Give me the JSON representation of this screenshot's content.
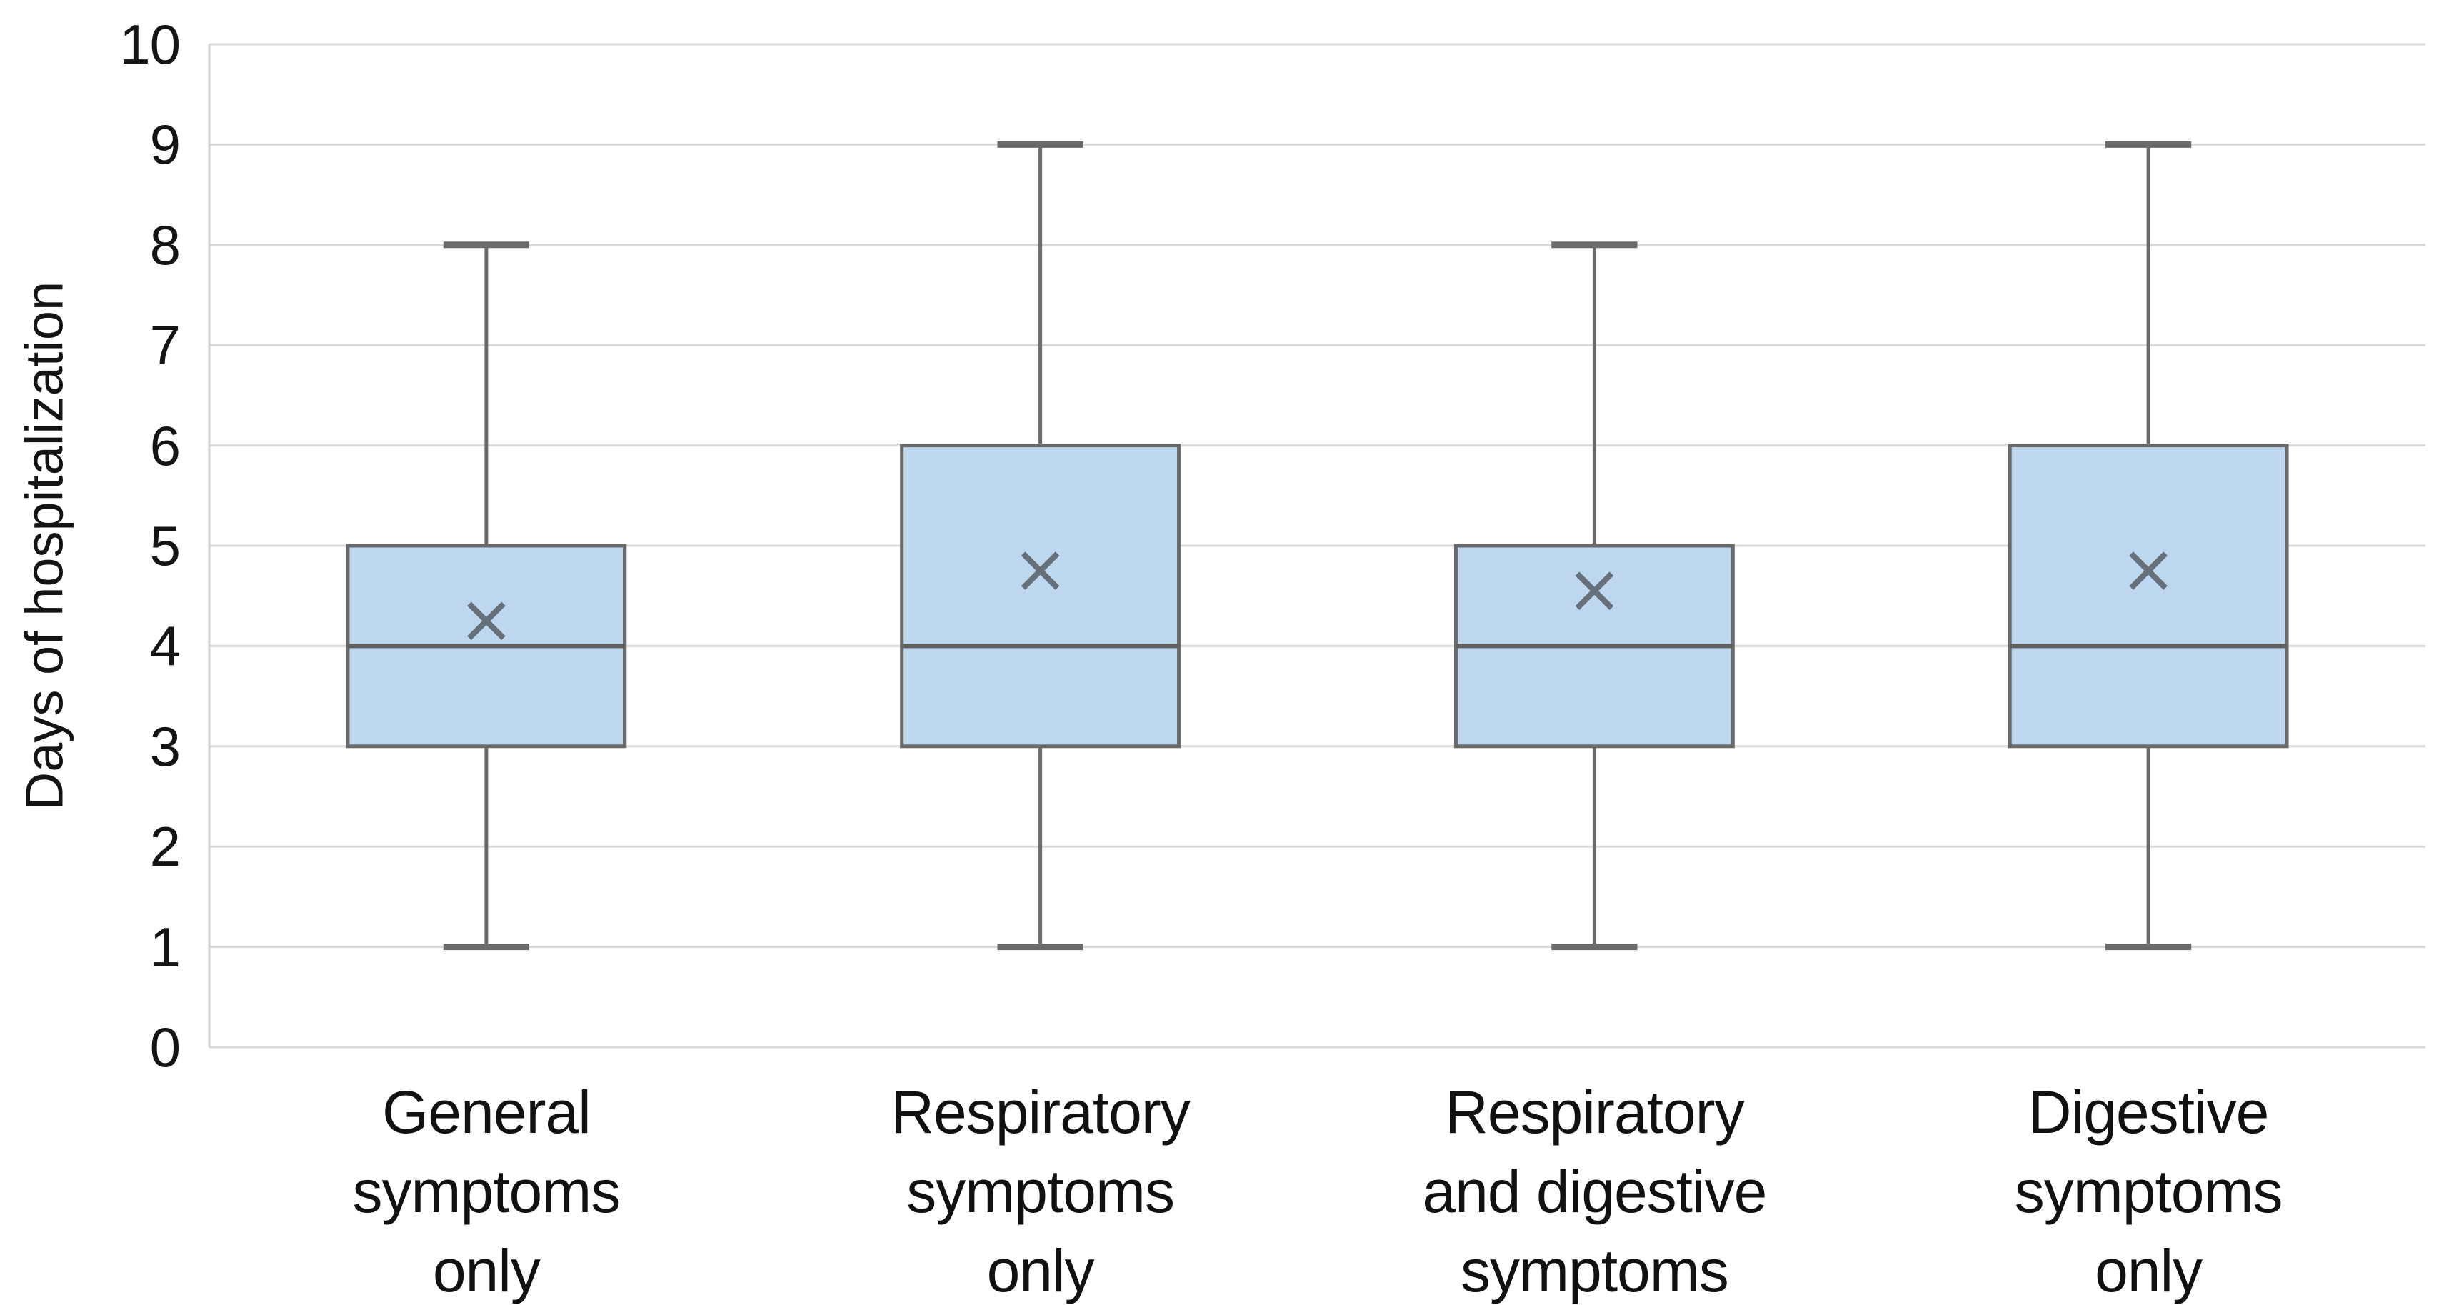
{
  "chart_data": {
    "type": "boxplot",
    "title": "",
    "xlabel": "",
    "ylabel": "Days of hospitalization",
    "ylim": [
      0,
      10
    ],
    "yticks": [
      0,
      1,
      2,
      3,
      4,
      5,
      6,
      7,
      8,
      9,
      10
    ],
    "grid": "horizontal gridlines at every integer, no vertical gridlines",
    "legend": "none",
    "categories": [
      "General\nsymptoms\nonly",
      "Respiratory\nsymptoms\nonly",
      "Respiratory\nand digestive\nsymptoms",
      "Digestive\nsymptoms\nonly"
    ],
    "series": [
      {
        "category": "General symptoms only",
        "whisker_min": 1,
        "q1": 3,
        "median": 4,
        "q3": 5,
        "whisker_max": 8,
        "mean": 4.25
      },
      {
        "category": "Respiratory symptoms only",
        "whisker_min": 1,
        "q1": 3,
        "median": 4,
        "q3": 6,
        "whisker_max": 9,
        "mean": 4.75
      },
      {
        "category": "Respiratory and digestive symptoms",
        "whisker_min": 1,
        "q1": 3,
        "median": 4,
        "q3": 5,
        "whisker_max": 8,
        "mean": 4.55
      },
      {
        "category": "Digestive symptoms only",
        "whisker_min": 1,
        "q1": 3,
        "median": 4,
        "q3": 6,
        "whisker_max": 9,
        "mean": 4.75
      }
    ],
    "mean_marker": "x-cross",
    "colors": {
      "box_fill": "#BDD7EE",
      "box_border": "#6A6A6A",
      "median_line": "#5F5F5F",
      "whisker_line": "#6A6A6A",
      "mean_marker": "#66707A",
      "gridline": "#D9D9D9",
      "axis_line": "#D2D2D2",
      "text": "#141414"
    }
  }
}
